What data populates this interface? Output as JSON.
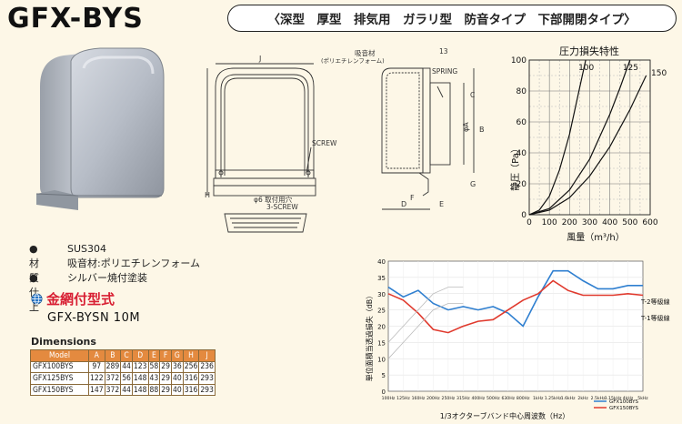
{
  "title": "GFX-BYS",
  "tags": "〈深型　厚型　排気用　ガラリ型　防音タイプ　下部開閉タイプ〉",
  "specs": [
    {
      "key": "●材質",
      "value": "SUS304"
    },
    {
      "key": "",
      "value": "吸音材:ポリエチレンフォーム"
    },
    {
      "key": "●仕上",
      "value": "シルバー焼付塗装"
    }
  ],
  "option": {
    "label": "金網付型式",
    "model": "GFX-BYSN 10M",
    "icon": "globe-icon"
  },
  "dimensions": {
    "caption": "Dimensions",
    "headers": [
      "Model",
      "A",
      "B",
      "C",
      "D",
      "E",
      "F",
      "G",
      "H",
      "J"
    ],
    "rows": [
      [
        "GFX100BYS",
        "97",
        "289",
        "44",
        "123",
        "58",
        "29",
        "36",
        "256",
        "236"
      ],
      [
        "GFX125BYS",
        "122",
        "372",
        "56",
        "148",
        "43",
        "29",
        "40",
        "316",
        "293"
      ],
      [
        "GFX150BYS",
        "147",
        "372",
        "44",
        "148",
        "88",
        "29",
        "40",
        "316",
        "293"
      ]
    ],
    "header_color": "#e48a3f"
  },
  "drawing": {
    "labels": {
      "j": "J",
      "screw": "SCREW",
      "h": "H",
      "hole": "φ6 取付用穴",
      "screw3": "3-SCREW",
      "absorb": "吸音材",
      "absorb_sub": "(ポリエチレンフォーム)",
      "dim13": "13",
      "spring": "SPRING",
      "c": "C",
      "a": "φA",
      "b": "B",
      "g": "G",
      "f": "F",
      "d": "D",
      "e": "E"
    }
  },
  "chart_data": [
    {
      "type": "line",
      "title": "圧力損失特性",
      "xlabel": "風量（m³/h）",
      "ylabel": "静圧（Pa）",
      "xlim": [
        0,
        600
      ],
      "ylim": [
        0,
        100
      ],
      "xticks": [
        "0",
        "100",
        "200",
        "300",
        "400",
        "500",
        "600"
      ],
      "yticks": [
        "0",
        "20",
        "40",
        "60",
        "80",
        "100"
      ],
      "grid": true,
      "series": [
        {
          "name": "100",
          "x": [
            0,
            50,
            100,
            150,
            200,
            250,
            280
          ],
          "y": [
            0,
            3,
            12,
            29,
            52,
            82,
            100
          ]
        },
        {
          "name": "125",
          "x": [
            0,
            100,
            200,
            300,
            400,
            450,
            500
          ],
          "y": [
            0,
            4,
            16,
            36,
            65,
            82,
            100
          ]
        },
        {
          "name": "150",
          "x": [
            0,
            100,
            200,
            300,
            400,
            500,
            580
          ],
          "y": [
            0,
            3,
            11,
            25,
            44,
            68,
            90
          ]
        }
      ]
    },
    {
      "type": "line",
      "ylabel": "単位面積当透過損失（dB）",
      "xlabel": "1/3オクターブバンド中心周波数（Hz）",
      "ylim": [
        0,
        40
      ],
      "yticks": [
        "0",
        "5",
        "10",
        "15",
        "20",
        "25",
        "30",
        "35",
        "40"
      ],
      "categories": [
        "100Hz",
        "125Hz",
        "160Hz",
        "200Hz",
        "250Hz",
        "315Hz",
        "400Hz",
        "500Hz",
        "630Hz",
        "800Hz",
        "1kHz",
        "1.25kHz",
        "1.6kHz",
        "2kHz",
        "2.5kHz",
        "3.15kHz",
        "4kHz",
        "5kHz"
      ],
      "grid": true,
      "legend": "bottom-right",
      "series": [
        {
          "name": "GFX100BYS",
          "color": "#2f7fd0",
          "values": [
            32,
            29,
            31,
            27,
            25,
            26,
            25,
            26,
            24,
            20,
            29,
            37,
            37,
            34,
            31.5,
            31.5,
            32.5,
            32.5
          ]
        },
        {
          "name": "GFX150BYS",
          "color": "#e03a2e",
          "values": [
            30,
            28,
            24,
            19,
            18,
            20,
            21.5,
            22,
            25,
            28,
            30,
            34,
            31,
            29.5,
            29.5,
            29.5,
            30,
            29.5
          ]
        },
        {
          "name": "T-2等級線",
          "color": "#bbbbbb",
          "values": [
            15,
            20,
            25,
            30,
            32,
            32
          ]
        },
        {
          "name": "T-1等級線",
          "color": "#bbbbbb",
          "values": [
            10,
            15,
            20,
            25,
            27,
            27
          ]
        }
      ],
      "labels": {
        "t2": "T-2等級線",
        "t1": "T-1等級線"
      }
    }
  ]
}
